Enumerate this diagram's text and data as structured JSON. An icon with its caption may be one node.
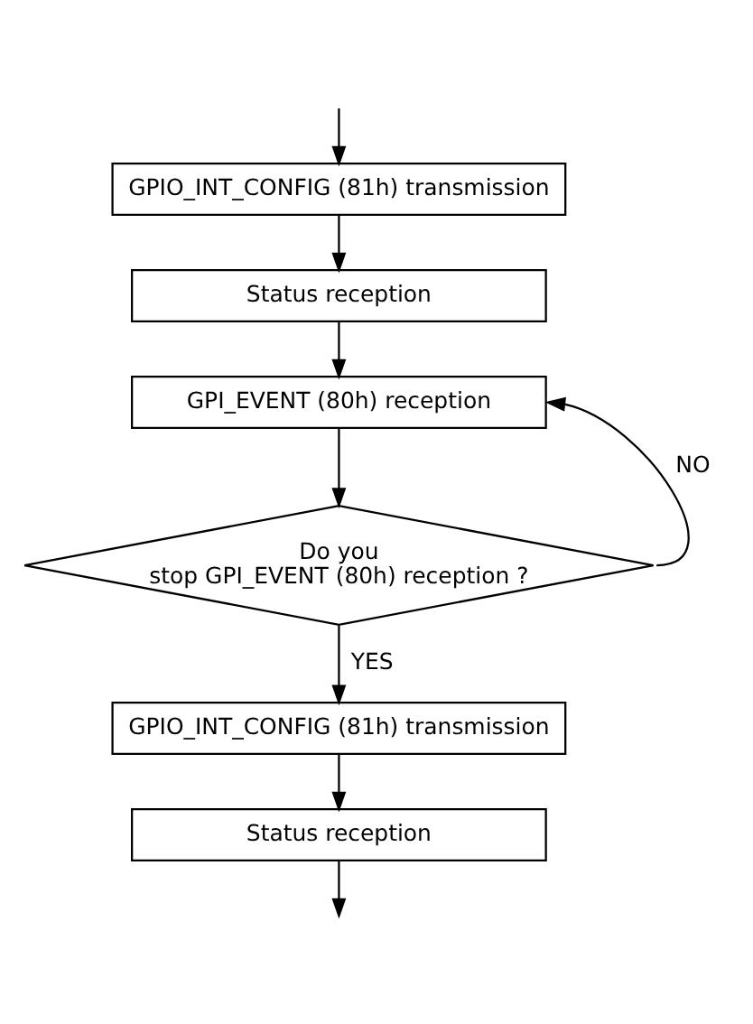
{
  "diagram": {
    "nodes": [
      {
        "text": [
          "GPIO_INT_CONFIG (81h) transmission"
        ]
      },
      {
        "text": [
          "Status reception"
        ]
      },
      {
        "text": [
          "GPI_EVENT (80h) reception"
        ]
      },
      {
        "text": [
          "Do you stop GPI_EVENT (80h) reception ?"
        ]
      },
      {
        "text": [
          "GPIO_INT_CONFIG (81h) transmission"
        ]
      },
      {
        "text": [
          "Status reception"
        ]
      }
    ],
    "edges": [
      {
        "from": null,
        "to": 0,
        "arrow": "to"
      },
      {
        "from": 0,
        "to": 1,
        "arrow": "to"
      },
      {
        "from": 1,
        "to": 2,
        "arrow": "to"
      },
      {
        "from": 2,
        "to": 3,
        "arrow": "to"
      },
      {
        "from": 3,
        "to": 2,
        "arrow": "to",
        "label": "NO"
      },
      {
        "from": 3,
        "to": 4,
        "arrow": "to",
        "label": "YES"
      },
      {
        "from": 4,
        "to": 5,
        "arrow": "to"
      },
      {
        "from": 5,
        "to": null,
        "arrow": "to"
      }
    ]
  }
}
